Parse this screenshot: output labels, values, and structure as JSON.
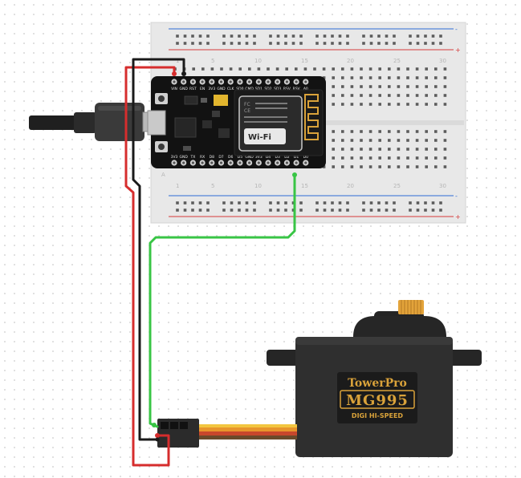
{
  "breadboard": {
    "column_numbers": [
      "1",
      "5",
      "10",
      "15",
      "20",
      "25",
      "30"
    ],
    "row_letter_a": "A",
    "top_rail_minus": "-",
    "top_rail_plus": "+",
    "bottom_rail_minus": "-",
    "bottom_rail_plus": "+"
  },
  "nodemcu": {
    "top_pins": [
      "VIN",
      "GND",
      "RST",
      "EN",
      "3V3",
      "GND",
      "CLK",
      "SD0",
      "CMD",
      "SD1",
      "SD2",
      "SD3",
      "RSV",
      "RSV",
      "A0"
    ],
    "bottom_pins": [
      "3V3",
      "GND",
      "TX",
      "RX",
      "D8",
      "D7",
      "D6",
      "D5",
      "GND",
      "3V3",
      "D4",
      "D3",
      "D2",
      "D1",
      "D0"
    ],
    "module_badge": "Wi-Fi",
    "module_marks": [
      "FC",
      "CE"
    ]
  },
  "servo": {
    "brand": "TowerPro",
    "model": "MG995",
    "tagline": "DIGI  HI-SPEED"
  },
  "colors": {
    "wire_red": "#d62d2d",
    "wire_black": "#1a1a1a",
    "wire_green": "#38c545",
    "servo_orange": "#e8952c",
    "servo_red": "#c8472c",
    "servo_brown": "#6b4a2a",
    "rail_blue": "#2e6bd6",
    "rail_red": "#d63a3a",
    "label_gold": "#d9a23a"
  }
}
